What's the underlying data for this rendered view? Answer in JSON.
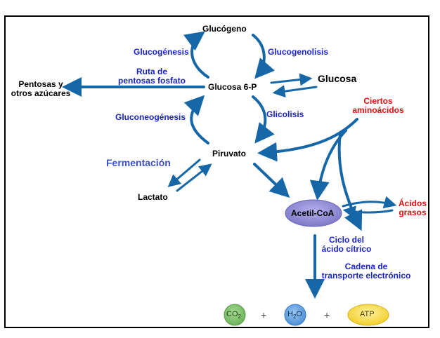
{
  "nodes": {
    "glucogeno": "Glucógeno",
    "glucosa6p": "Glucosa 6-P",
    "glucosa": "Glucosa",
    "pentosas": [
      "Pentosas y",
      "otros azúcares"
    ],
    "piruvato": "Piruvato",
    "lactato": "Lactato",
    "acetil_coa": "Acetil-CoA",
    "ciertos_aminoacidos": [
      "Ciertos",
      "aminoácidos"
    ],
    "acidos_grasos": [
      "Ácidos",
      "grasos"
    ]
  },
  "processes": {
    "glucogenesis": "Glucogénesis",
    "glucogenolisis": "Glucogenolisis",
    "ruta_pentosas": [
      "Ruta de",
      "pentosas fosfato"
    ],
    "gluconeogenesis": "Gluconeogénesis",
    "glicolisis": "Glicolisis",
    "fermentacion": "Fermentación",
    "ciclo_citrico": [
      "Ciclo del",
      "ácido cítrico"
    ],
    "cadena_transporte": [
      "Cadena de",
      "transporte electrónico"
    ]
  },
  "products": {
    "co2": "CO",
    "co2_sub": "2",
    "h2o_a": "H",
    "h2o_sub": "2",
    "h2o_b": "O",
    "atp": "ATP",
    "plus": "+"
  },
  "colors": {
    "arrow": "#1567a8",
    "process_text": "#1a24c8",
    "aux_text": "#e01010",
    "acetil_fill": "#8a86d0",
    "co2_fill": "#7fc06e",
    "h2o_fill": "#5b9fe0",
    "atp_fill": "#f5d63a"
  }
}
